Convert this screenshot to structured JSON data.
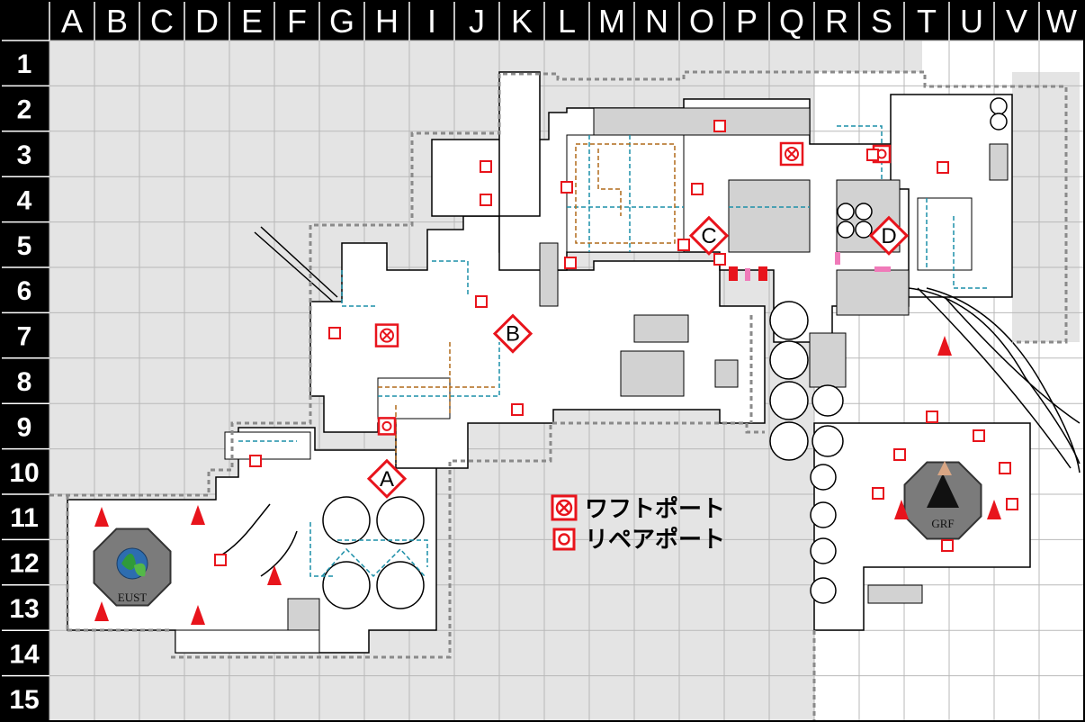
{
  "grid": {
    "columns": [
      "A",
      "B",
      "C",
      "D",
      "E",
      "F",
      "G",
      "H",
      "I",
      "J",
      "K",
      "L",
      "M",
      "N",
      "O",
      "P",
      "Q",
      "R",
      "S",
      "T",
      "U",
      "V",
      "W"
    ],
    "rows": [
      "1",
      "2",
      "3",
      "4",
      "5",
      "6",
      "7",
      "8",
      "9",
      "10",
      "11",
      "12",
      "13",
      "14",
      "15"
    ]
  },
  "points": [
    {
      "label": "A",
      "col": "H",
      "row": "10"
    },
    {
      "label": "B",
      "col": "K",
      "row": "7"
    },
    {
      "label": "C",
      "col": "O",
      "row": "5"
    },
    {
      "label": "D",
      "col": "S",
      "row": "5"
    }
  ],
  "legend": [
    {
      "icon": "waft-port-icon",
      "label": "ワフトポート"
    },
    {
      "icon": "repair-port-icon",
      "label": "リペアポート"
    }
  ],
  "bases": [
    {
      "name": "EUST",
      "col": "C",
      "row": "12"
    },
    {
      "name": "GRF",
      "col": "U",
      "row": "11"
    }
  ],
  "waft_ports": [
    {
      "col": "H",
      "row": "7"
    },
    {
      "col": "Q",
      "row": "3"
    }
  ],
  "repair_ports": [
    {
      "col": "H",
      "row": "9"
    },
    {
      "col": "S",
      "row": "3"
    }
  ],
  "colors": {
    "header": "#000000",
    "area_grey": "#e4e4e4",
    "grid_line": "#b9b9b9",
    "port_red": "#e8141c",
    "dashed_boundary": "#8a8a8a",
    "pipe_blue": "#1c8fa8",
    "pipe_orange": "#b06a1a",
    "pink_marker": "#f07ab9"
  }
}
